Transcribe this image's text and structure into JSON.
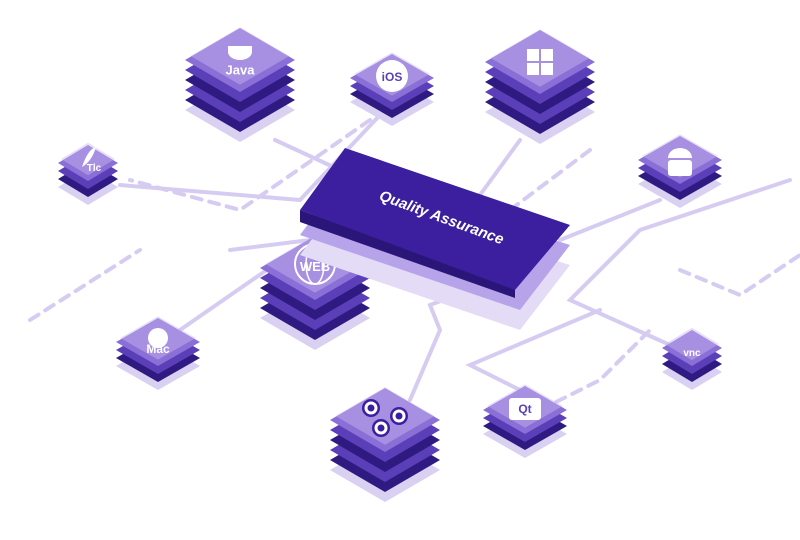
{
  "hub": {
    "label": "Quality Assurance"
  },
  "nodes": [
    {
      "id": "java",
      "label": "Java",
      "icon": "java-icon"
    },
    {
      "id": "ios",
      "label": "iOS",
      "icon": "ios-icon"
    },
    {
      "id": "windows",
      "label": "",
      "icon": "windows-icon"
    },
    {
      "id": "android",
      "label": "",
      "icon": "android-icon"
    },
    {
      "id": "tcl",
      "label": "Tlc",
      "icon": "tcl-feather-icon"
    },
    {
      "id": "web",
      "label": "WEB",
      "icon": "web-globe-icon"
    },
    {
      "id": "mac",
      "label": "Mac",
      "icon": "apple-icon"
    },
    {
      "id": "vnc",
      "label": "vnc",
      "icon": "vnc-icon"
    },
    {
      "id": "qt",
      "label": "Qt",
      "icon": "qt-icon"
    },
    {
      "id": "c",
      "label": "",
      "icon": "c-languages-icon"
    }
  ],
  "colors": {
    "top": "#8a6fd6",
    "topLight": "#c9b8f2",
    "layer": "#5b3fb8",
    "dark": "#2e1a80",
    "shadow": "#d9d0f2",
    "line": "#d4c9f0",
    "hub": "#3b1f9e"
  }
}
